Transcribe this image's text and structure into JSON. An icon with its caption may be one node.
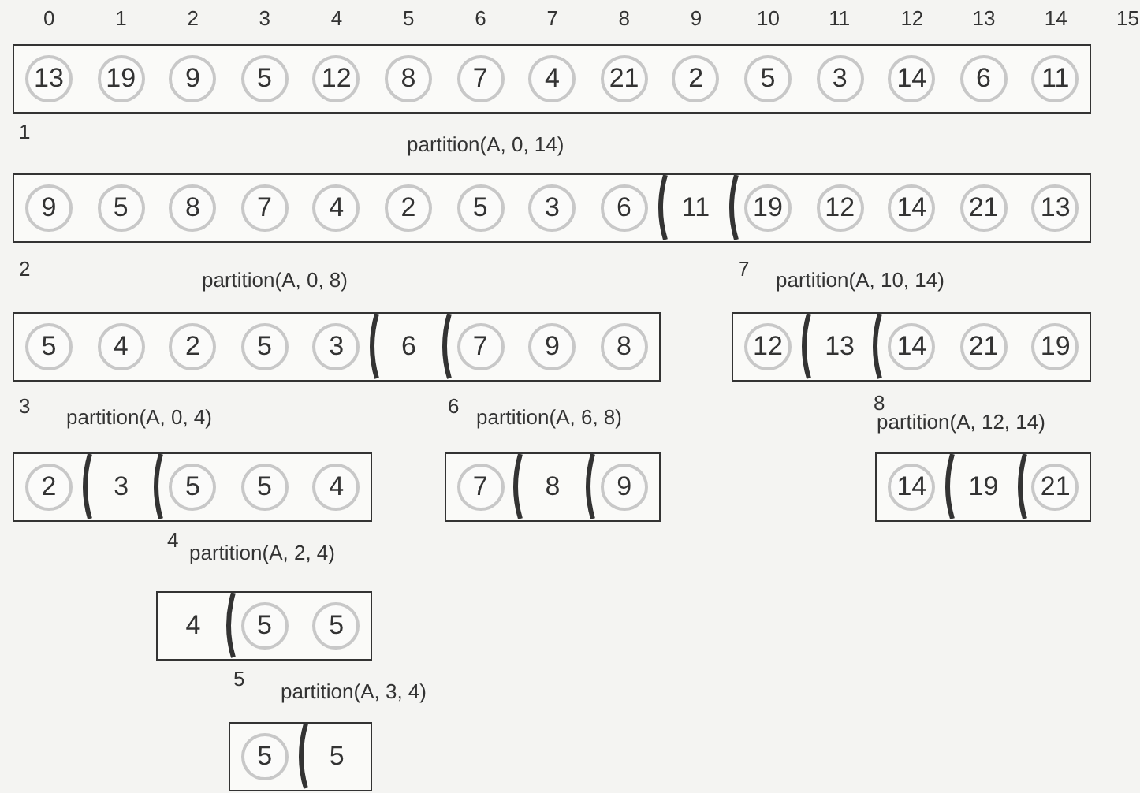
{
  "diagram": {
    "nodes": [
      {
        "text": [],
        "shape": "box"
      },
      {
        "text": [
          "13"
        ],
        "in": 0
      },
      {
        "text": [
          "19"
        ],
        "in": 0
      },
      {
        "text": [
          "9"
        ],
        "in": 0
      },
      {
        "text": [
          "5"
        ],
        "in": 0
      },
      {
        "text": [
          "12"
        ],
        "in": 0
      },
      {
        "text": [
          "8"
        ],
        "in": 0
      },
      {
        "text": [
          "7"
        ],
        "in": 0
      },
      {
        "text": [
          "4"
        ],
        "in": 0
      },
      {
        "text": [
          "21"
        ],
        "in": 0
      },
      {
        "text": [
          "2"
        ],
        "in": 0
      },
      {
        "text": [
          "5"
        ],
        "in": 0
      },
      {
        "text": [
          "3"
        ],
        "in": 0
      },
      {
        "text": [
          "14"
        ],
        "in": 0
      },
      {
        "text": [
          "6"
        ],
        "in": 0
      },
      {
        "text": [
          "11"
        ],
        "in": 0
      },
      {
        "text": [
          "11"
        ]
      },
      {
        "text": [
          "9"
        ],
        "in": 16
      },
      {
        "text": [
          "5"
        ],
        "in": 16
      },
      {
        "text": [
          "8"
        ],
        "in": 16
      },
      {
        "text": [
          "7"
        ],
        "in": 16
      },
      {
        "text": [
          "4"
        ],
        "in": 16
      },
      {
        "text": [
          "2"
        ],
        "in": 16
      },
      {
        "text": [
          "5"
        ],
        "in": 16
      },
      {
        "text": [
          "3"
        ],
        "in": 16
      },
      {
        "text": [
          "6"
        ],
        "in": 16
      },
      {
        "text": [
          "19"
        ],
        "in": 16
      },
      {
        "text": [
          "12"
        ],
        "in": 16
      },
      {
        "text": [
          "14"
        ],
        "in": 16
      },
      {
        "text": [
          "21"
        ],
        "in": 16
      },
      {
        "text": [
          "13"
        ],
        "in": 16
      },
      {
        "text": [
          "6"
        ]
      },
      {
        "text": [
          "5"
        ],
        "in": 31
      },
      {
        "text": [
          "4"
        ],
        "in": 31
      },
      {
        "text": [
          "2"
        ],
        "in": 31
      },
      {
        "text": [
          "5"
        ],
        "in": 31
      },
      {
        "text": [
          "3"
        ],
        "in": 31
      },
      {
        "text": [
          "7"
        ],
        "in": 31
      },
      {
        "text": [
          "9"
        ],
        "in": 31
      },
      {
        "text": [
          "8"
        ],
        "in": 31
      },
      {
        "text": [
          "13"
        ]
      },
      {
        "text": [
          "12"
        ],
        "in": 40
      },
      {
        "text": [
          "14"
        ],
        "in": 40
      },
      {
        "text": [
          "21"
        ],
        "in": 40
      },
      {
        "text": [
          "19"
        ],
        "in": 40
      },
      {
        "text": [
          "3"
        ]
      },
      {
        "text": [
          "2"
        ],
        "in": 45
      },
      {
        "text": [
          "5"
        ],
        "in": 45
      },
      {
        "text": [
          "5"
        ],
        "in": 45
      },
      {
        "text": [
          "4"
        ],
        "in": 45
      },
      {
        "text": [
          "8"
        ]
      },
      {
        "text": [
          "7"
        ],
        "in": 50
      },
      {
        "text": [
          "9"
        ],
        "in": 50
      },
      {
        "text": [
          "19"
        ]
      },
      {
        "text": [
          "14"
        ],
        "in": 53
      },
      {
        "text": [
          "21"
        ],
        "in": 53
      },
      {
        "text": [
          "4"
        ]
      },
      {
        "text": [
          "5"
        ],
        "in": 56
      },
      {
        "text": [
          "5"
        ],
        "in": 56
      },
      {
        "text": [
          "5"
        ]
      },
      {
        "text": [
          "5"
        ],
        "in": 59
      }
    ],
    "edges": [],
    "labels": [
      "0",
      "1",
      "2",
      "3",
      "4",
      "5",
      "6",
      "7",
      "8",
      "9",
      "10",
      "11",
      "12",
      "13",
      "14",
      "15",
      "1",
      "partition(A, 0, 14)",
      "2",
      "partition(A, 0, 8)",
      "7",
      "partition(A, 10, 14)",
      "3",
      "partition(A, 0, 4)",
      "6",
      "partition(A, 6, 8)",
      "8",
      "partition(A, 12, 14)",
      "4",
      "partition(A, 2, 4)",
      "5",
      "partition(A, 3, 4)"
    ]
  }
}
